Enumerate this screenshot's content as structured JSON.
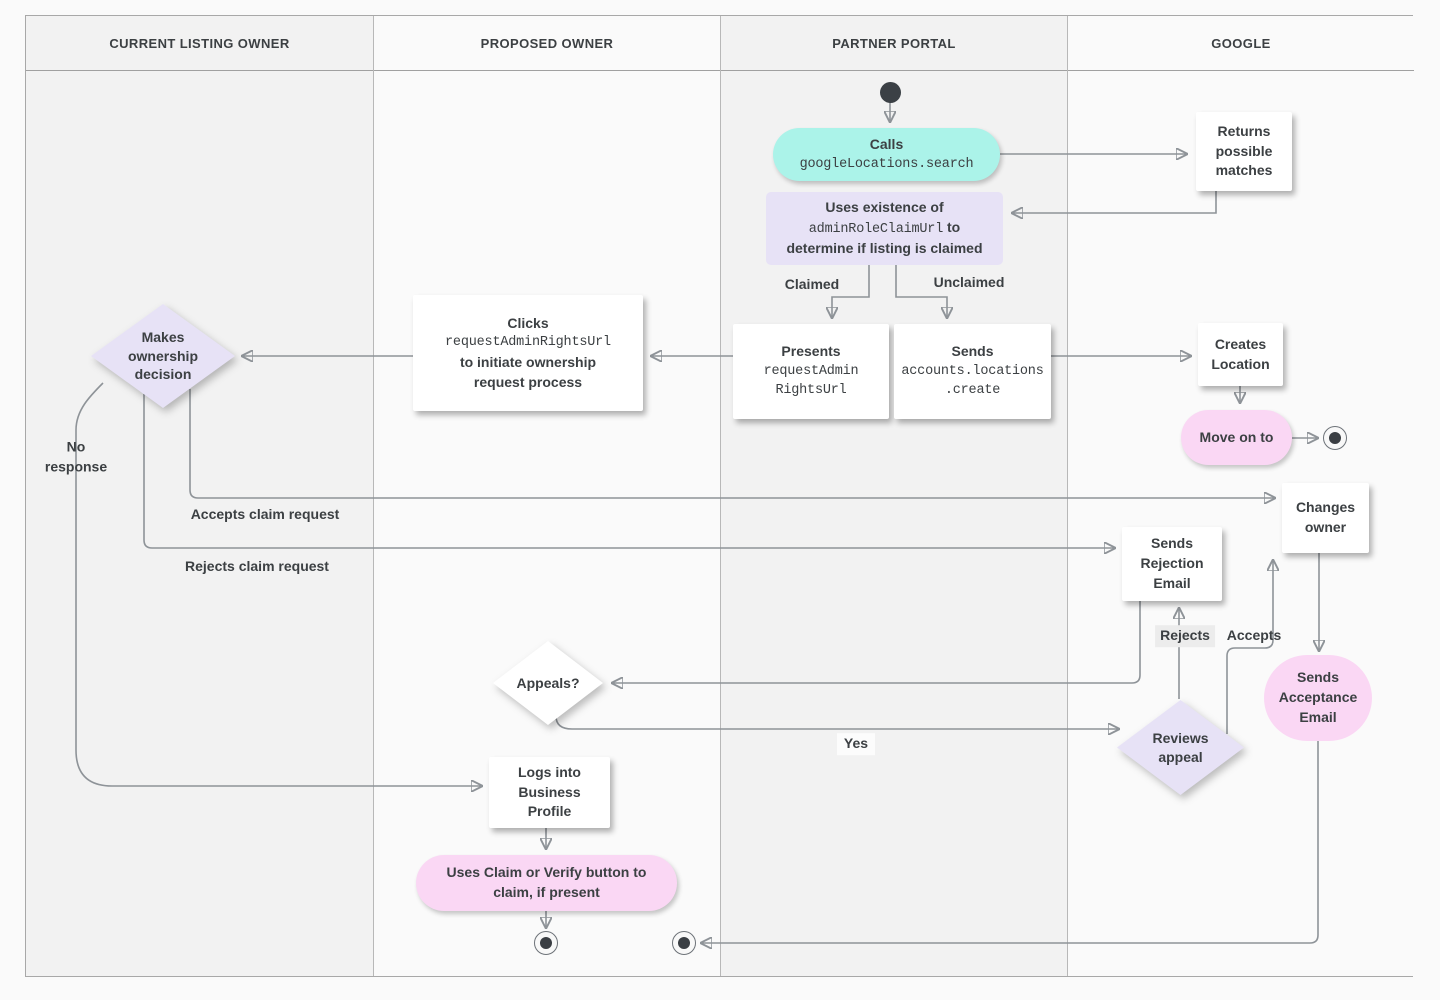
{
  "lanes": [
    {
      "label": "CURRENT LISTING OWNER"
    },
    {
      "label": "PROPOSED OWNER"
    },
    {
      "label": "PARTNER PORTAL"
    },
    {
      "label": "GOOGLE"
    }
  ],
  "nodes": {
    "calls": {
      "title": "Calls",
      "code": "googleLocations.search"
    },
    "returns_matches": {
      "label": "Returns possible matches"
    },
    "uses_existence": {
      "line1": "Uses existence of",
      "code": "adminRoleClaimUrl",
      "line2_suffix": " to",
      "line3": "determine if listing is claimed"
    },
    "presents": {
      "title": "Presents",
      "code_line1": "requestAdmin",
      "code_line2": "RightsUrl"
    },
    "sends_create": {
      "title": "Sends",
      "code_line1": "accounts.locations",
      "code_line2": ".create"
    },
    "clicks": {
      "title": "Clicks",
      "code": "requestAdminRightsUrl",
      "line2": "to initiate ownership",
      "line3": "request process"
    },
    "makes_decision": {
      "label": "Makes ownership decision"
    },
    "creates_location": {
      "label": "Creates Location"
    },
    "move_on": {
      "label": "Move on to"
    },
    "changes_owner": {
      "label": "Changes owner"
    },
    "sends_rejection": {
      "label": "Sends Rejection Email"
    },
    "appeals": {
      "label": "Appeals?"
    },
    "reviews_appeal": {
      "label": "Reviews appeal"
    },
    "sends_acceptance": {
      "label": "Sends Acceptance Email"
    },
    "logs_in": {
      "label": "Logs into Business Profile"
    },
    "claim_verify": {
      "label": "Uses Claim or Verify button to claim, if present"
    }
  },
  "edge_labels": {
    "claimed": "Claimed",
    "unclaimed": "Unclaimed",
    "no_response": "No response",
    "accepts_claim": "Accepts claim request",
    "rejects_claim": "Rejects claim request",
    "rejects": "Rejects",
    "accepts": "Accepts",
    "yes": "Yes"
  },
  "colors": {
    "teal": "#ABF3E9",
    "lavender": "#E7E2F6",
    "pink": "#FAD7F4",
    "line_gray": "#8E9398",
    "text": "#3C4043"
  }
}
